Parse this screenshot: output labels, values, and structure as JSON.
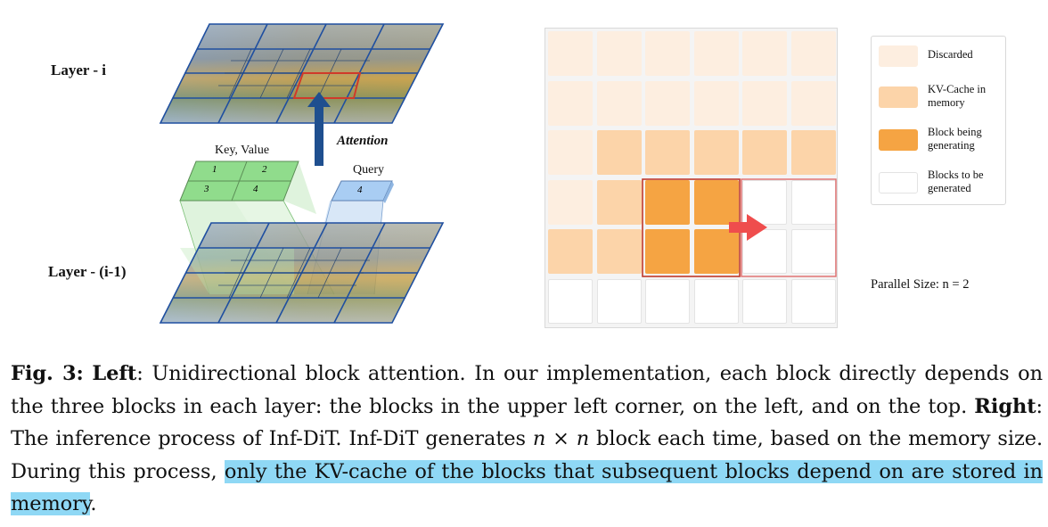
{
  "left": {
    "layer_top_label": "Layer - i",
    "layer_bottom_label": "Layer - (i-1)",
    "attention_label": "Attention",
    "kv_label": "Key, Value",
    "query_label": "Query",
    "kv_blocks": [
      "1",
      "2",
      "3",
      "4"
    ],
    "query_block": "4"
  },
  "right": {
    "legend": [
      {
        "label": "Discarded",
        "color": "#fdeee0"
      },
      {
        "label": "KV-Cache in memory",
        "color": "#fcd4a9"
      },
      {
        "label": "Block being generating",
        "color": "#f5a443"
      },
      {
        "label": "Blocks to be generated",
        "color": "#ffffff"
      }
    ],
    "parallel_size": "Parallel Size: n = 2",
    "grid_rows": [
      [
        "discarded",
        "discarded",
        "discarded",
        "discarded",
        "discarded",
        "discarded"
      ],
      [
        "discarded",
        "discarded",
        "discarded",
        "discarded",
        "discarded",
        "discarded"
      ],
      [
        "discarded",
        "kv",
        "kv",
        "kv",
        "kv",
        "kv"
      ],
      [
        "discarded",
        "kv",
        "gen",
        "gen",
        "tobe",
        "tobe"
      ],
      [
        "kv",
        "kv",
        "gen",
        "gen",
        "tobe",
        "tobe"
      ],
      [
        "tobe",
        "tobe",
        "tobe",
        "tobe",
        "tobe",
        "tobe"
      ]
    ]
  },
  "caption": {
    "fig": "Fig. 3:",
    "left_word": "Left",
    "text1": ": Unidirectional block attention. In our implementation, each block directly depends on the three blocks in each layer: the blocks in the upper left corner, on the left, and on the top. ",
    "right_word": "Right",
    "text2": ": The inference process of Inf-DiT. Inf-DiT generates ",
    "math": "n × n",
    "text3": " block each time, based on the memory size. During this process, ",
    "highlight": "only the KV-cache of the blocks that subsequent blocks depend on are stored in memory",
    "text4": "."
  }
}
